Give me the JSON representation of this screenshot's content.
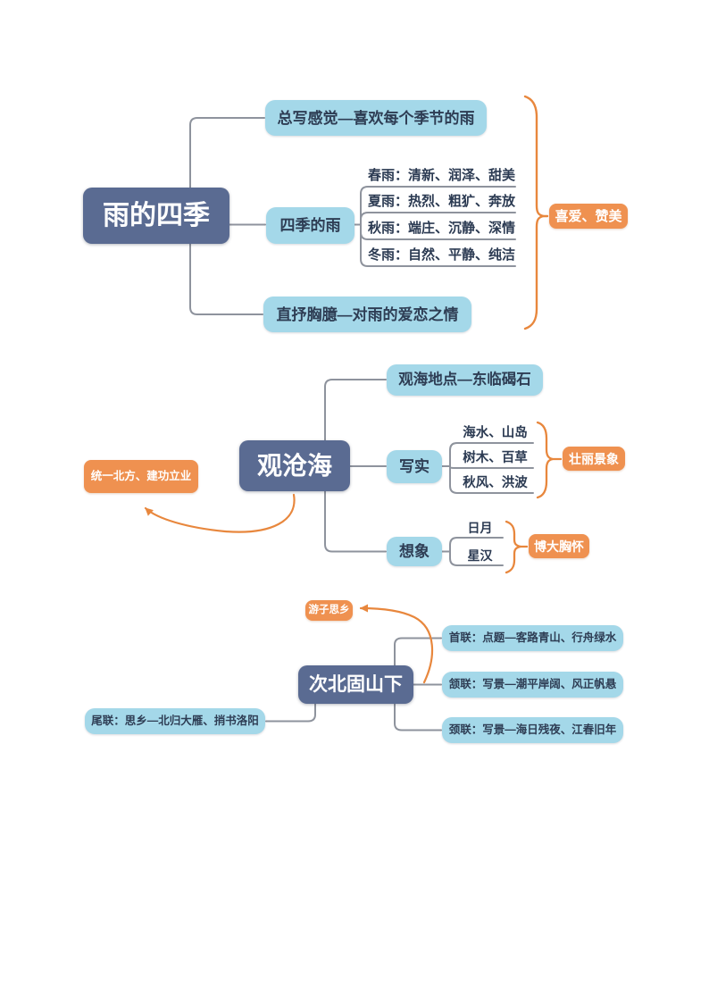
{
  "palette": {
    "root_fill": "#5a6b92",
    "branch_fill": "#a4d8e9",
    "branch_text": "#2e3d54",
    "accent_fill": "#ef9150",
    "accent_text": "#ffffff",
    "connector": "#8e939d",
    "accent_line": "#e8873d"
  },
  "map1": {
    "root": "雨的四季",
    "branch_overall": "总写感觉—喜欢每个季节的雨",
    "branch_seasons": "四季的雨",
    "seasons": [
      "春雨：清新、润泽、甜美",
      "夏雨：热烈、粗犷、奔放",
      "秋雨：端庄、沉静、深情",
      "冬雨：自然、平静、纯洁"
    ],
    "branch_direct": "直抒胸臆—对雨的爱恋之情",
    "summary": "喜爱、赞美"
  },
  "map2": {
    "root": "观沧海",
    "branch_location": "观海地点—东临碣石",
    "branch_realistic": "写实",
    "realistic_items": [
      "海水、山岛",
      "树木、百草",
      "秋风、洪波"
    ],
    "realistic_summary": "壮丽景象",
    "branch_imagination": "想象",
    "imagination_items": [
      "日月",
      "星汉"
    ],
    "imagination_summary": "博大胸怀",
    "ambition_note": "统一北方、建功立业"
  },
  "map3": {
    "root": "次北固山下",
    "theme_note": "游子思乡",
    "branch_shoulian": "首联：点题—客路青山、行舟绿水",
    "branch_hanlian": "颔联：写景—潮平岸阔、风正帆悬",
    "branch_jinglian": "颈联：写景—海日残夜、江春旧年",
    "branch_weilian": "尾联：思乡—北归大雁、捎书洛阳"
  }
}
